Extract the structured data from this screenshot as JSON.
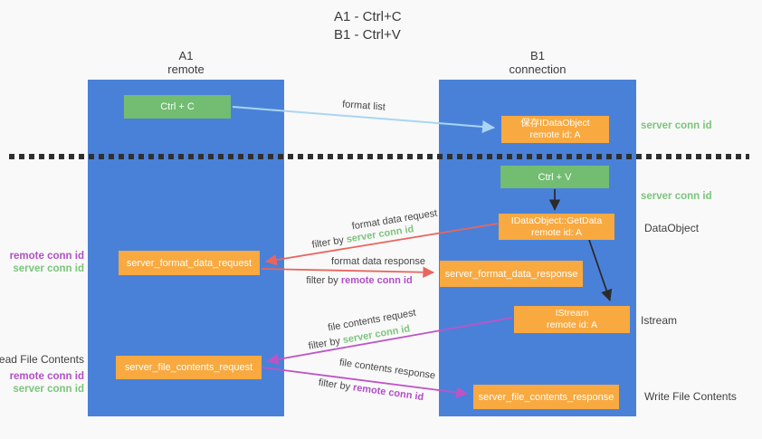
{
  "title": {
    "line1": "A1 - Ctrl+C",
    "line2": "B1 - Ctrl+V"
  },
  "lifelines": {
    "left": {
      "name": "A1",
      "subtitle": "remote"
    },
    "right": {
      "name": "B1",
      "subtitle": "connection"
    }
  },
  "boxes": {
    "ctrl_c": {
      "label": "Ctrl + C"
    },
    "save_dataobject": {
      "line1": "保存IDataObject",
      "line2": "remote id: A"
    },
    "ctrl_v": {
      "label": "Ctrl + V"
    },
    "getdata": {
      "line1": "IDataObject::GetData",
      "line2": "remote id: A"
    },
    "format_request": {
      "label": "server_format_data_request"
    },
    "format_response": {
      "label": "server_format_data_response"
    },
    "istream": {
      "line1": "IStream",
      "line2": "remote id: A"
    },
    "file_request": {
      "label": "server_file_contents_request"
    },
    "file_response": {
      "label": "server_file_contents_response"
    }
  },
  "flow_labels": {
    "format_list": "format list",
    "format_data_request": "format data request",
    "format_data_request_filter": {
      "prefix": "filter by ",
      "key": "server conn id"
    },
    "format_data_response": "format data response",
    "format_data_response_filter": {
      "prefix": "filter by ",
      "key": "remote conn id"
    },
    "file_contents_request": "file contents request",
    "file_contents_request_filter": {
      "prefix": "filter by ",
      "key": "server conn id"
    },
    "file_contents_response": "file contents response",
    "file_contents_response_filter": {
      "prefix": "filter by ",
      "key": "remote conn id"
    }
  },
  "side_labels": {
    "server_conn_id_top": "server conn id",
    "server_conn_id_mid": "server conn id",
    "dataobject": "DataObject",
    "istream": "Istream",
    "write_file_contents": "Write File Contents",
    "read_file_contents": "Read File Contents",
    "left_group1": {
      "remote": "remote conn id",
      "server": "server conn id"
    },
    "left_group2": {
      "remote": "remote conn id",
      "server": "server conn id"
    }
  },
  "colors": {
    "bg": "#f9f9f9",
    "lifeline-blue": "#4a81d8",
    "box-green": "#72bd72",
    "box-orange": "#f8a940",
    "label-green": "#7cc47c",
    "label-purple": "#b14fc8",
    "arrow-red": "#e9655e",
    "arrow-magenta": "#bd54c6",
    "arrow-blue": "#a9d5f4",
    "arrow-black": "#2b2b2b",
    "text-dark": "#3f3f3f",
    "dash": "#2f2f2f"
  }
}
